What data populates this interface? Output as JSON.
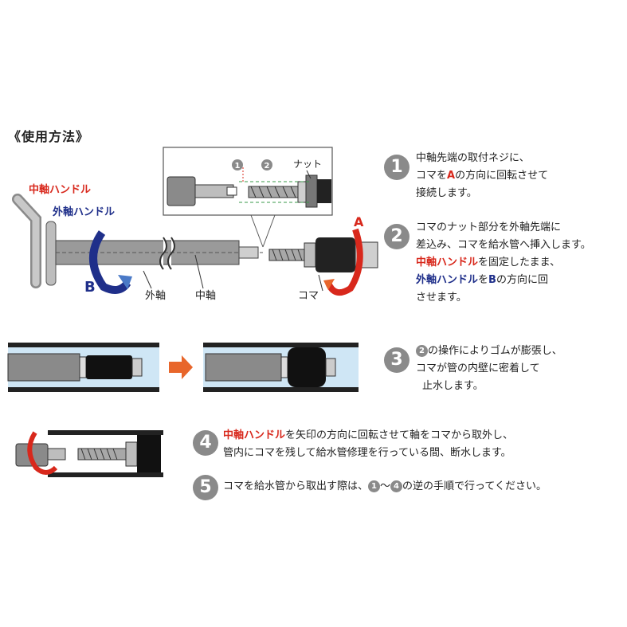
{
  "title": "《使用方法》",
  "labels": {
    "center_handle": "中軸ハンドル",
    "outer_handle": "外軸ハンドル",
    "outer_shaft": "外軸",
    "center_shaft": "中軸",
    "koma": "コマ",
    "nut": "ナット",
    "arrow_a": "A",
    "arrow_b": "B",
    "callout_1": "1",
    "callout_2": "2"
  },
  "steps": [
    {
      "num": "1",
      "lines": [
        "中軸先端の取付ネジに、",
        "コマを",
        "A",
        "の方向に回転させて",
        "接続します。"
      ]
    },
    {
      "num": "2",
      "lines": [
        "コマのナット部分を外軸先端に",
        "差込み、コマを給水管へ挿入します。",
        "中軸ハンドル",
        "を固定したまま、",
        "外軸ハンドル",
        "を",
        "B",
        "の方向に回",
        "させます。"
      ]
    },
    {
      "num": "3",
      "lines": [
        "2",
        "の操作によりゴムが膨張し、",
        "コマが管の内壁に密着して",
        "止水します。"
      ]
    },
    {
      "num": "4",
      "lines": [
        "中軸ハンドル",
        "を矢印の方向に回転させて軸をコマから取外し、",
        "管内にコマを残して給水管修理を行っている間、断水します。"
      ]
    },
    {
      "num": "5",
      "lines": [
        "コマを給水管から取出す際は、",
        "1",
        "～",
        "4",
        "の逆の手順で行ってください。"
      ]
    }
  ],
  "colors": {
    "red": "#d8281c",
    "navy": "#1f2f8a",
    "badge": "#8a8a8a",
    "pipe_water": "#cfe6f5",
    "orange_arrow": "#e8662b"
  }
}
